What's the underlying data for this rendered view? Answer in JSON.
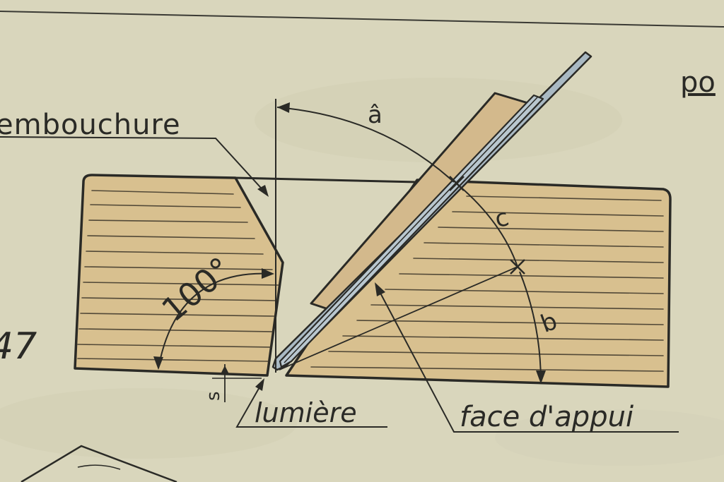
{
  "labels": {
    "corner": "po",
    "embouchure": "embouchure",
    "angle_a": "â",
    "angle_c": "c",
    "angle_b": "b",
    "angle_100": "100°",
    "figure_number": "47",
    "s": "s",
    "lumiere": "lumière",
    "face": "face d'appui"
  },
  "colors": {
    "paper": "#d9d6bc",
    "wood": "#d8c08f",
    "grain": "#c98f5a",
    "ink": "#2a2a26",
    "blade": "#a9b9c3",
    "wedge": "#d3b98c"
  }
}
